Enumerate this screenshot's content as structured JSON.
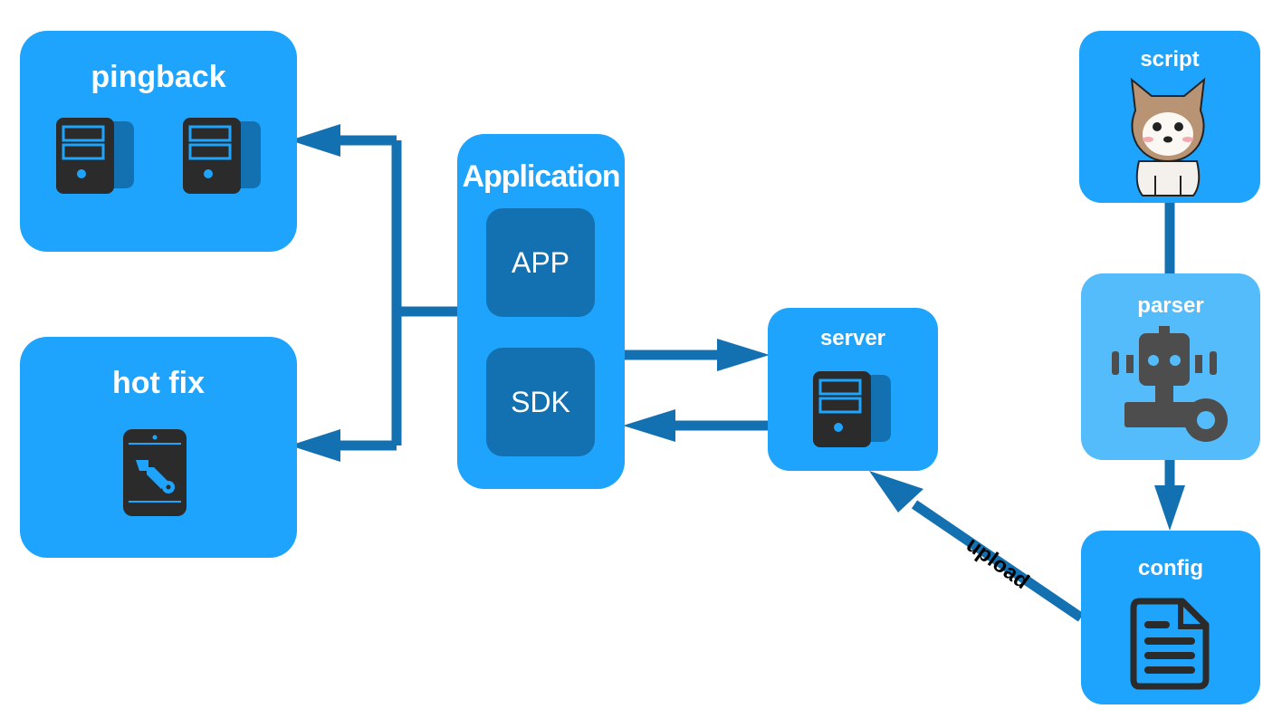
{
  "nodes": {
    "pingback": "pingback",
    "hotfix": "hot fix",
    "application": "Application",
    "app": "APP",
    "sdk": "SDK",
    "server": "server",
    "script": "script",
    "parser": "parser",
    "config": "config"
  },
  "edges": {
    "upload": "upload"
  },
  "colors": {
    "box": "#1ea4fd",
    "box_light": "#55bcfb",
    "inner": "#1471b1",
    "arrow": "#1471b1",
    "icon": "#2b2b2b"
  },
  "icons": [
    "server-icon",
    "mobile-wrench-icon",
    "robot-gear-icon",
    "document-icon",
    "dog-mascot-icon"
  ]
}
